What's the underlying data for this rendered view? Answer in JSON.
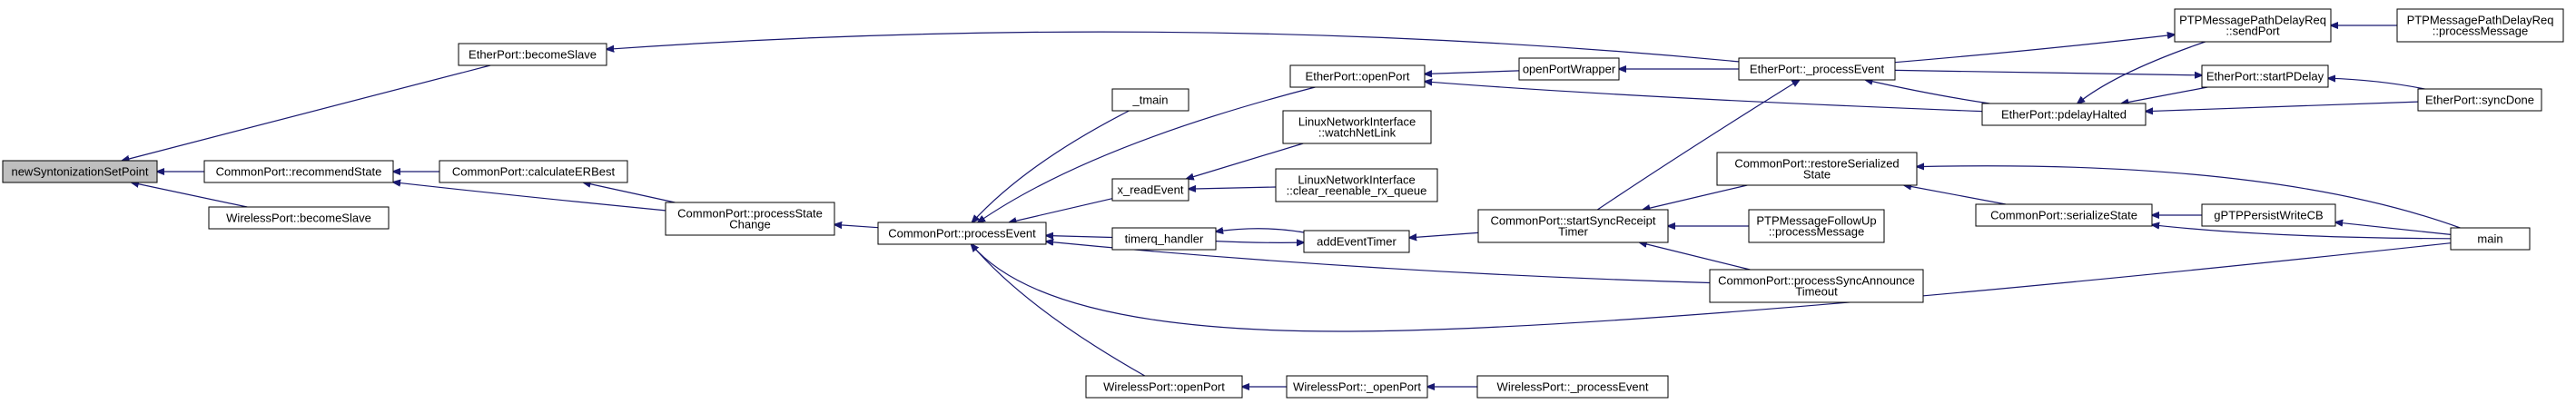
{
  "diagram": {
    "root": "newSyntonizationSetPoint",
    "nodes": [
      {
        "id": "newSyntonizationSetPoint",
        "lines": [
          "newSyntonizationSetPoint"
        ],
        "root": true
      },
      {
        "id": "EtherPort_becomeSlave",
        "lines": [
          "EtherPort::becomeSlave"
        ]
      },
      {
        "id": "CommonPort_recommendState",
        "lines": [
          "CommonPort::recommendState"
        ]
      },
      {
        "id": "WirelessPort_becomeSlave",
        "lines": [
          "WirelessPort::becomeSlave"
        ]
      },
      {
        "id": "CommonPort_calculateERBest",
        "lines": [
          "CommonPort::calculateERBest"
        ]
      },
      {
        "id": "CommonPort_processStateChange",
        "lines": [
          "CommonPort::processState",
          "Change"
        ]
      },
      {
        "id": "CommonPort_processEvent",
        "lines": [
          "CommonPort::processEvent"
        ]
      },
      {
        "id": "_tmain",
        "lines": [
          "_tmain"
        ]
      },
      {
        "id": "EtherPort_openPort",
        "lines": [
          "EtherPort::openPort"
        ]
      },
      {
        "id": "x_readEvent",
        "lines": [
          "x_readEvent"
        ]
      },
      {
        "id": "timerq_handler",
        "lines": [
          "timerq_handler"
        ]
      },
      {
        "id": "WirelessPort_openPort",
        "lines": [
          "WirelessPort::openPort"
        ]
      },
      {
        "id": "openPortWrapper",
        "lines": [
          "openPortWrapper"
        ]
      },
      {
        "id": "LinuxNetworkInterface_watchNetLink",
        "lines": [
          "LinuxNetworkInterface",
          "::watchNetLink"
        ]
      },
      {
        "id": "LinuxNetworkInterface_clear_reenable_rx_queue",
        "lines": [
          "LinuxNetworkInterface",
          "::clear_reenable_rx_queue"
        ]
      },
      {
        "id": "addEventTimer",
        "lines": [
          "addEventTimer"
        ]
      },
      {
        "id": "WirelessPort__openPort",
        "lines": [
          "WirelessPort::_openPort"
        ]
      },
      {
        "id": "EtherPort__processEvent",
        "lines": [
          "EtherPort::_processEvent"
        ]
      },
      {
        "id": "CommonPort_startSyncReceiptTimer",
        "lines": [
          "CommonPort::startSyncReceipt",
          "Timer"
        ]
      },
      {
        "id": "WirelessPort__processEvent",
        "lines": [
          "WirelessPort::_processEvent"
        ]
      },
      {
        "id": "CommonPort_restoreSerializedState",
        "lines": [
          "CommonPort::restoreSerialized",
          "State"
        ]
      },
      {
        "id": "PTPMessageFollowUp_processMessage",
        "lines": [
          "PTPMessageFollowUp",
          "::processMessage"
        ]
      },
      {
        "id": "CommonPort_processSyncAnnounceTimeout",
        "lines": [
          "CommonPort::processSyncAnnounce",
          "Timeout"
        ]
      },
      {
        "id": "EtherPort_pdelayHalted",
        "lines": [
          "EtherPort::pdelayHalted"
        ]
      },
      {
        "id": "PTPMessagePathDelayReq_sendPort",
        "lines": [
          "PTPMessagePathDelayReq",
          "::sendPort"
        ]
      },
      {
        "id": "EtherPort_startPDelay",
        "lines": [
          "EtherPort::startPDelay"
        ]
      },
      {
        "id": "CommonPort_serializeState",
        "lines": [
          "CommonPort::serializeState"
        ]
      },
      {
        "id": "gPTPPersistWriteCB",
        "lines": [
          "gPTPPersistWriteCB"
        ]
      },
      {
        "id": "PTPMessagePathDelayReq_processMessage",
        "lines": [
          "PTPMessagePathDelayReq",
          "::processMessage"
        ]
      },
      {
        "id": "EtherPort_syncDone",
        "lines": [
          "EtherPort::syncDone"
        ]
      },
      {
        "id": "main",
        "lines": [
          "main"
        ]
      }
    ],
    "edges": [
      {
        "from": "EtherPort_becomeSlave",
        "to": "newSyntonizationSetPoint"
      },
      {
        "from": "CommonPort_recommendState",
        "to": "newSyntonizationSetPoint"
      },
      {
        "from": "WirelessPort_becomeSlave",
        "to": "newSyntonizationSetPoint"
      },
      {
        "from": "EtherPort__processEvent",
        "to": "EtherPort_becomeSlave"
      },
      {
        "from": "CommonPort_calculateERBest",
        "to": "CommonPort_recommendState"
      },
      {
        "from": "CommonPort_processStateChange",
        "to": "CommonPort_recommendState"
      },
      {
        "from": "CommonPort_processStateChange",
        "to": "CommonPort_calculateERBest"
      },
      {
        "from": "CommonPort_processEvent",
        "to": "CommonPort_processStateChange"
      },
      {
        "from": "_tmain",
        "to": "CommonPort_processEvent"
      },
      {
        "from": "EtherPort_openPort",
        "to": "CommonPort_processEvent"
      },
      {
        "from": "x_readEvent",
        "to": "CommonPort_processEvent"
      },
      {
        "from": "timerq_handler",
        "to": "CommonPort_processEvent"
      },
      {
        "from": "WirelessPort_openPort",
        "to": "CommonPort_processEvent"
      },
      {
        "from": "CommonPort_processSyncAnnounceTimeout",
        "to": "CommonPort_processEvent"
      },
      {
        "from": "main",
        "to": "CommonPort_processEvent"
      },
      {
        "from": "openPortWrapper",
        "to": "EtherPort_openPort"
      },
      {
        "from": "EtherPort_pdelayHalted",
        "to": "EtherPort_openPort"
      },
      {
        "from": "LinuxNetworkInterface_watchNetLink",
        "to": "x_readEvent"
      },
      {
        "from": "LinuxNetworkInterface_clear_reenable_rx_queue",
        "to": "x_readEvent"
      },
      {
        "from": "addEventTimer",
        "to": "timerq_handler"
      },
      {
        "from": "timerq_handler",
        "to": "addEventTimer"
      },
      {
        "from": "CommonPort_startSyncReceiptTimer",
        "to": "addEventTimer"
      },
      {
        "from": "EtherPort__processEvent",
        "to": "openPortWrapper"
      },
      {
        "from": "WirelessPort__openPort",
        "to": "WirelessPort_openPort"
      },
      {
        "from": "WirelessPort__processEvent",
        "to": "WirelessPort__openPort"
      },
      {
        "from": "CommonPort_startSyncReceiptTimer",
        "to": "EtherPort__processEvent"
      },
      {
        "from": "CommonPort_restoreSerializedState",
        "to": "CommonPort_startSyncReceiptTimer"
      },
      {
        "from": "PTPMessageFollowUp_processMessage",
        "to": "CommonPort_startSyncReceiptTimer"
      },
      {
        "from": "CommonPort_processSyncAnnounceTimeout",
        "to": "CommonPort_startSyncReceiptTimer"
      },
      {
        "from": "EtherPort_pdelayHalted",
        "to": "EtherPort__processEvent"
      },
      {
        "from": "PTPMessagePathDelayReq_sendPort",
        "to": "EtherPort_pdelayHalted"
      },
      {
        "from": "EtherPort_startPDelay",
        "to": "EtherPort_pdelayHalted"
      },
      {
        "from": "EtherPort_syncDone",
        "to": "EtherPort_pdelayHalted"
      },
      {
        "from": "EtherPort__processEvent",
        "to": "PTPMessagePathDelayReq_sendPort"
      },
      {
        "from": "PTPMessagePathDelayReq_processMessage",
        "to": "PTPMessagePathDelayReq_sendPort"
      },
      {
        "from": "EtherPort__processEvent",
        "to": "EtherPort_startPDelay"
      },
      {
        "from": "EtherPort_syncDone",
        "to": "EtherPort_startPDelay"
      },
      {
        "from": "CommonPort_serializeState",
        "to": "CommonPort_restoreSerializedState"
      },
      {
        "from": "main",
        "to": "CommonPort_restoreSerializedState"
      },
      {
        "from": "gPTPPersistWriteCB",
        "to": "CommonPort_serializeState"
      },
      {
        "from": "main",
        "to": "CommonPort_serializeState"
      },
      {
        "from": "main",
        "to": "gPTPPersistWriteCB"
      }
    ]
  }
}
